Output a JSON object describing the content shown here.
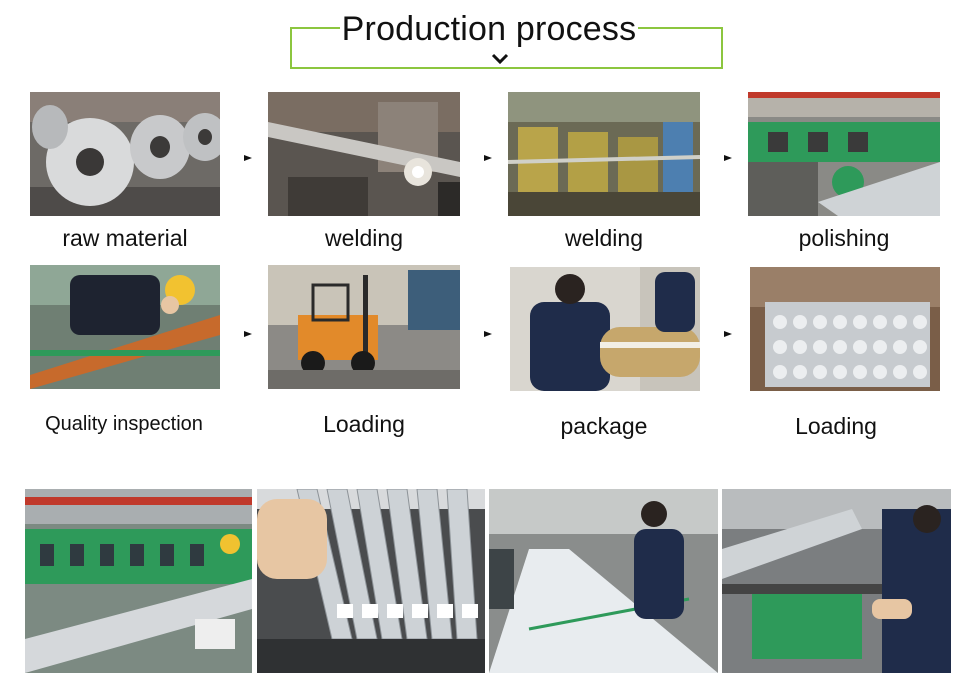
{
  "title": "Production process",
  "steps_row1": [
    {
      "caption": "raw material",
      "photo": "steel-coils-photo"
    },
    {
      "caption": "welding",
      "photo": "welding-machine-photo"
    },
    {
      "caption": "welding",
      "photo": "pipe-mill-photo"
    },
    {
      "caption": "polishing",
      "photo": "polishing-line-photo"
    }
  ],
  "steps_row2": [
    {
      "caption": "Quality inspection",
      "photo": "inspection-photo"
    },
    {
      "caption": "Loading",
      "photo": "forklift-photo"
    },
    {
      "caption": "package",
      "photo": "wrapping-photo"
    },
    {
      "caption": "Loading",
      "photo": "container-photo"
    }
  ],
  "bottom_photos": [
    "factory-line-photo",
    "tube-label-photo",
    "packing-line-photo",
    "tube-cutting-photo"
  ],
  "colors": {
    "title_border": "#8cc63f",
    "machine_green": "#2e9a5a",
    "factory_red": "#c0392b"
  }
}
